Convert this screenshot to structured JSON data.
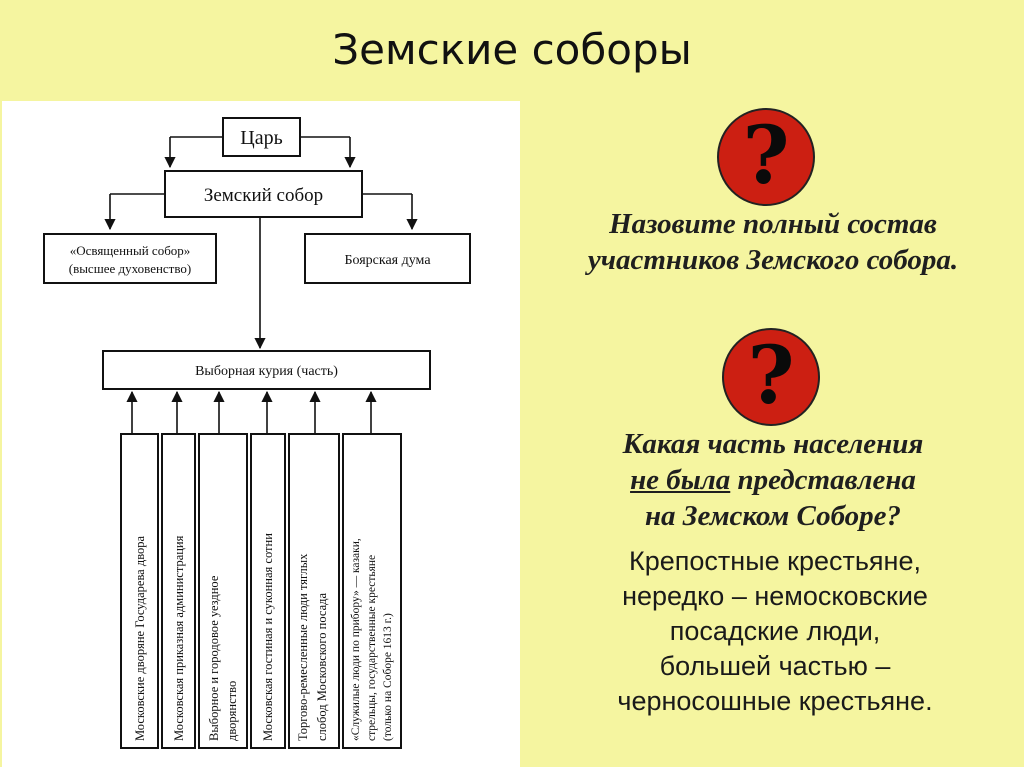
{
  "slide": {
    "title": "Земские соборы"
  },
  "diagram": {
    "tsar": "Царь",
    "zemsky_sobor": "Земский собор",
    "clergy_line1": "«Освященный собор»",
    "clergy_line2": "(высшее духовенство)",
    "boyar_duma": "Боярская дума",
    "elected_curia": "Выборная курия (часть)",
    "columns": [
      {
        "lines": [
          "Московские дворяне Государева двора"
        ]
      },
      {
        "lines": [
          "Московская приказная администрация"
        ]
      },
      {
        "lines": [
          "Выборное и городовое уездное",
          "дворянство"
        ]
      },
      {
        "lines": [
          "Московская гостиная и суконная сотни"
        ]
      },
      {
        "lines": [
          "Торгово-ремесленные люди тяглых",
          "слобод Московского посада"
        ]
      },
      {
        "lines": [
          "«Служилые люди по прибору» — казаки,",
          "стрельцы, государственные крестьяне",
          "(только на Соборе 1613 г.)"
        ]
      }
    ]
  },
  "questions": {
    "icon1": "?",
    "q1_line1": "Назовите полный состав",
    "q1_line2": "участников Земского собора.",
    "icon2": "?",
    "q2_line1": "Какая часть населения",
    "q2_line2_underlined": "не была",
    "q2_line2_rest": " представлена",
    "q2_line3": "на Земском Соборе?"
  },
  "answer": {
    "lines": [
      "Крепостные крестьяне,",
      "нередко – немосковские",
      "посадские люди,",
      "большей частью –",
      "черносошные крестьяне."
    ]
  },
  "colors": {
    "background": "#f5f5a0",
    "icon_red": "#cc1f12"
  }
}
